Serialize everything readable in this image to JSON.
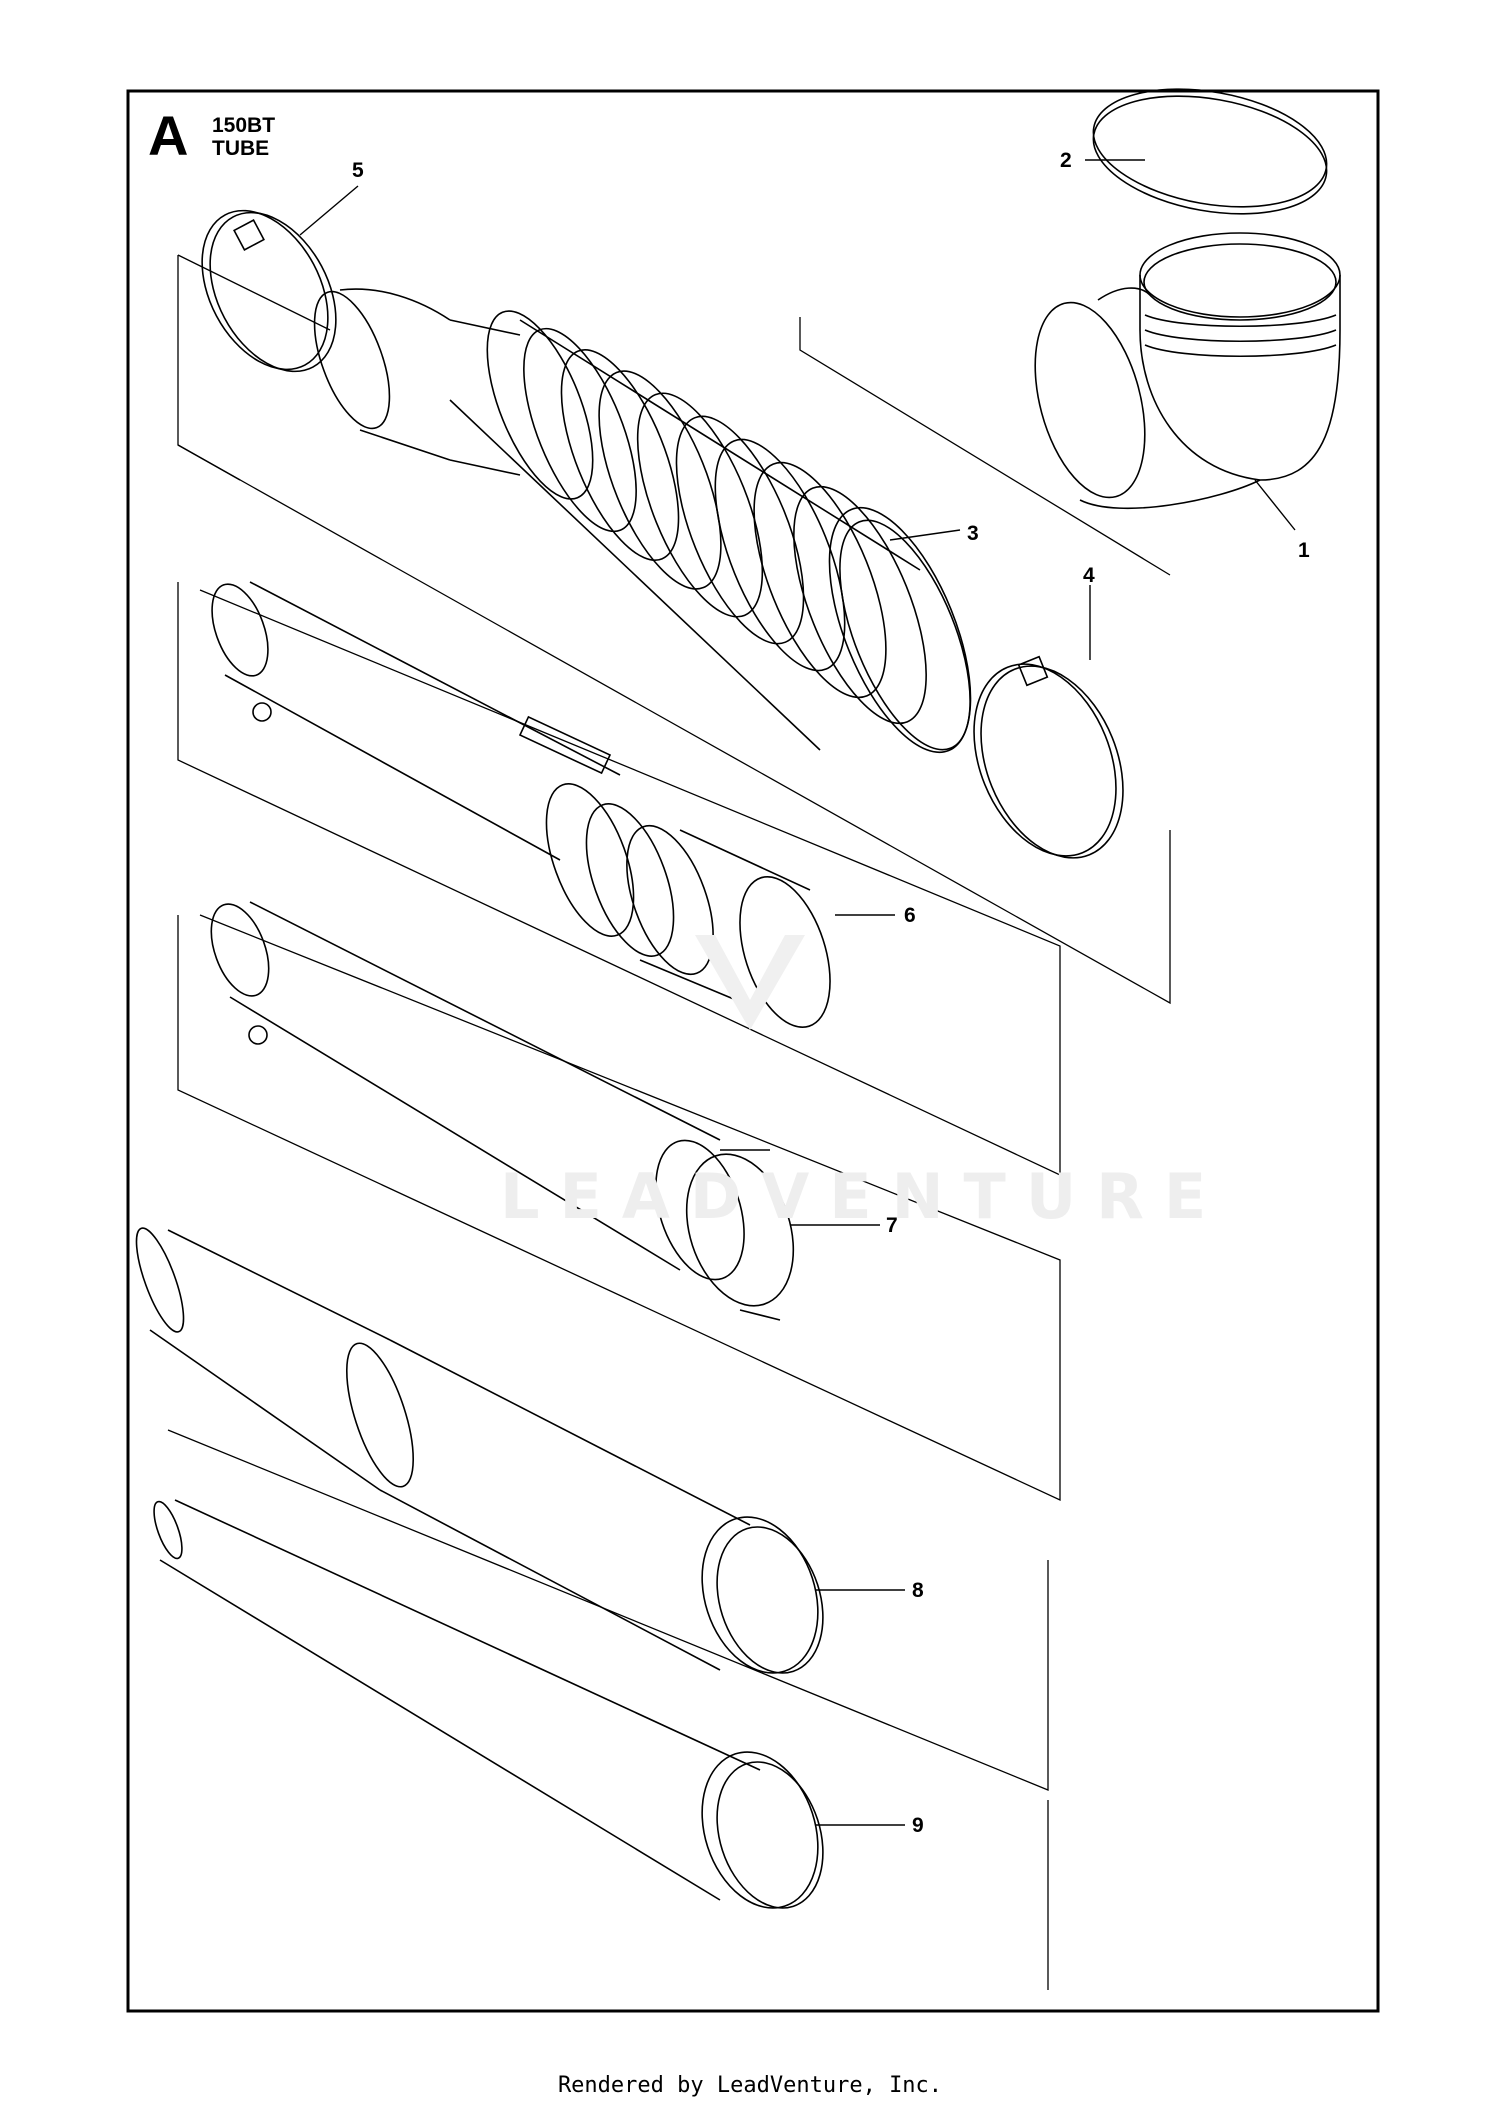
{
  "diagram": {
    "section_letter": "A",
    "model": "150BT",
    "group": "TUBE",
    "callouts": [
      "1",
      "2",
      "3",
      "4",
      "5",
      "6",
      "7",
      "8",
      "9"
    ],
    "watermark": "LEADVENTURE",
    "footer": "Rendered by LeadVenture, Inc."
  }
}
